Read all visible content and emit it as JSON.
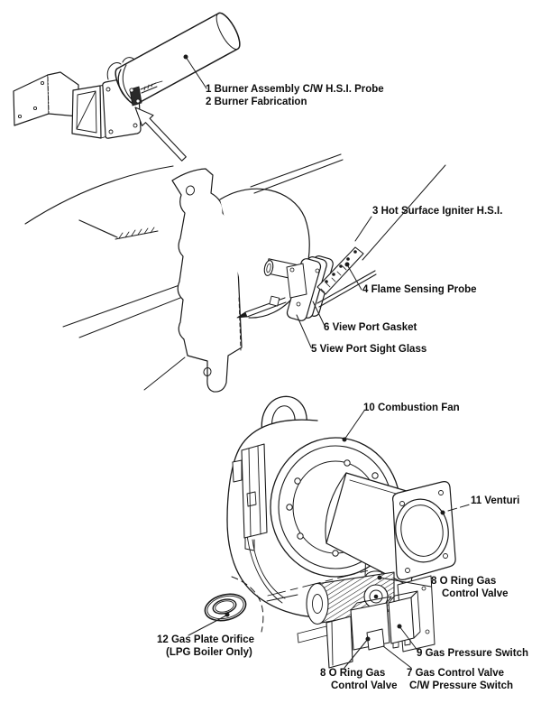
{
  "figure": {
    "colors": {
      "ink": "#1a1a1a",
      "paper": "#ffffff"
    },
    "parts": {
      "item1": "1 Burner Assembly C/W H.S.I. Probe",
      "item2": "2 Burner Fabrication",
      "item3": "3 Hot Surface Igniter H.S.I.",
      "item4": "4 Flame Sensing Probe",
      "item5": "5 View Port Sight Glass",
      "item6": "6 View Port Gasket",
      "item7_line1": "7 Gas Control Valve",
      "item7_line2": "C/W Pressure Switch",
      "item8_line1": "8 O Ring Gas",
      "item8_line2": "Control Valve",
      "item9": "9 Gas Pressure Switch",
      "item10": "10 Combustion Fan",
      "item11": "11 Venturi",
      "item12_line1": "12 Gas Plate Orifice",
      "item12_line2": "(LPG Boiler Only)"
    }
  }
}
